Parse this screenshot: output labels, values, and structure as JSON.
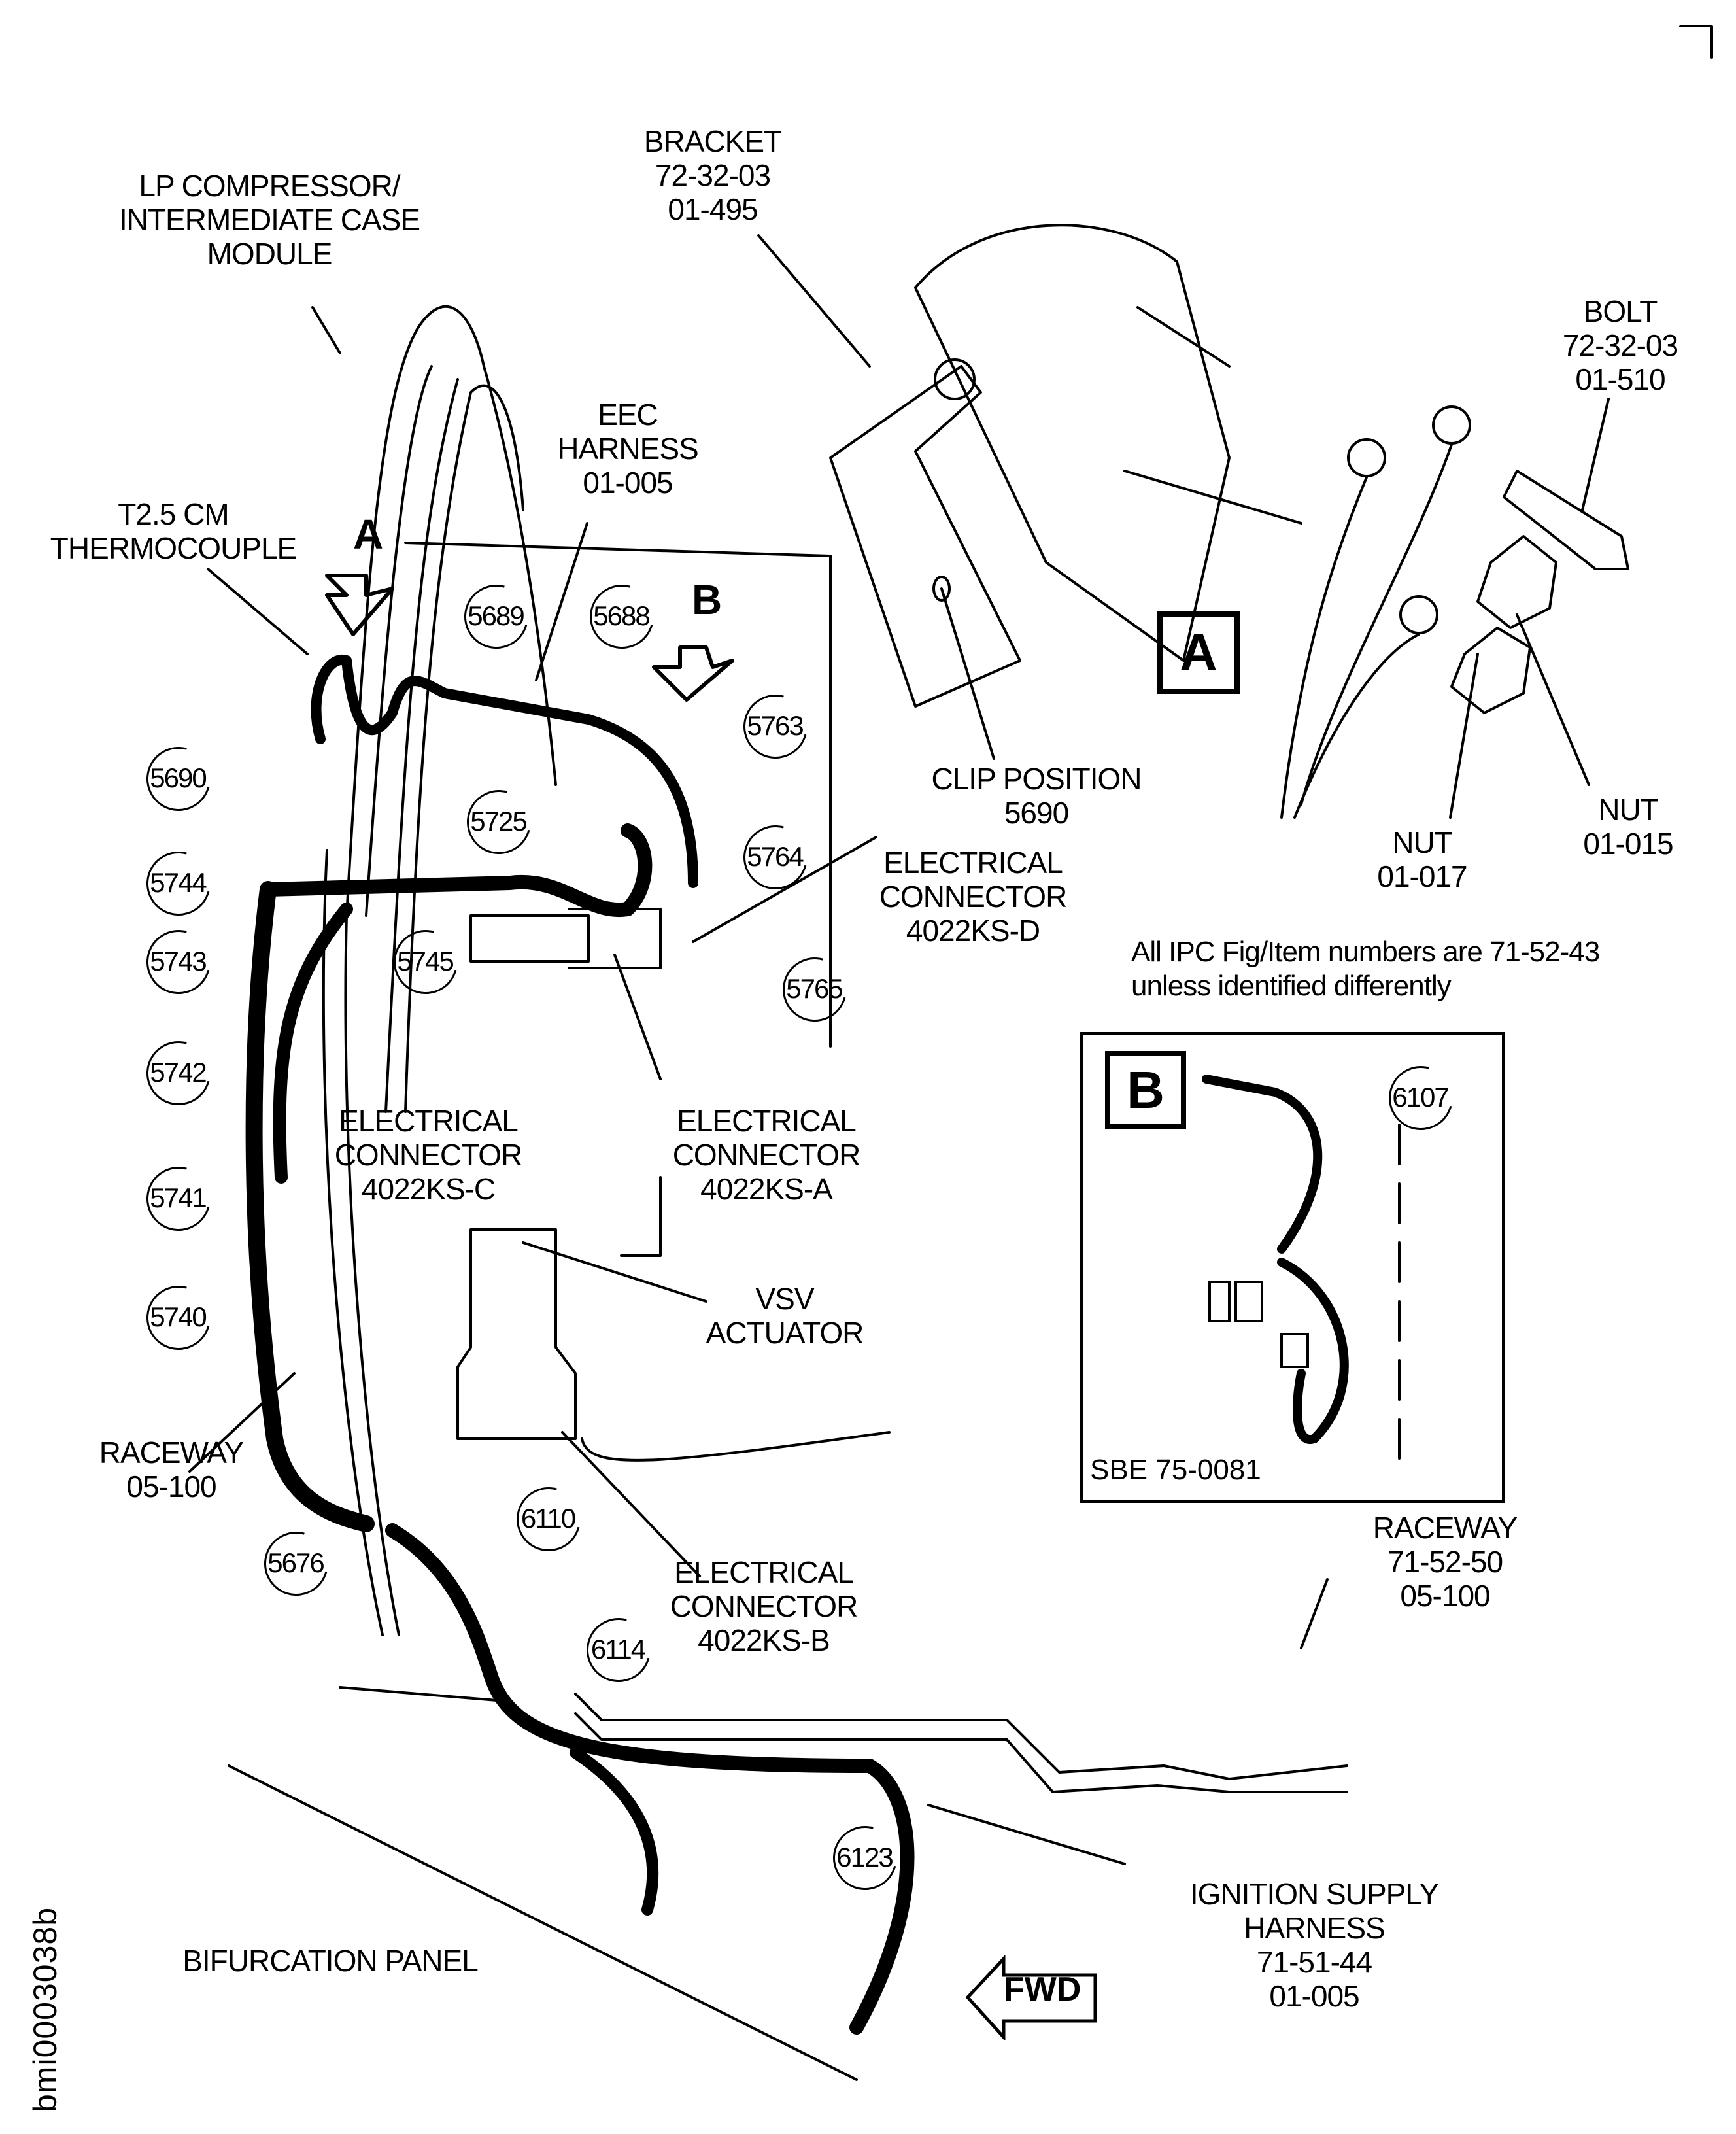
{
  "figure": {
    "id": "bmi0003038b",
    "note_lines": [
      "All IPC Fig/Item numbers are 71-52-43",
      "unless identified differently"
    ],
    "direction_arrow": "FWD",
    "view_letters": [
      "A",
      "B"
    ]
  },
  "labels": {
    "lp_compressor": [
      "LP COMPRESSOR/",
      "INTERMEDIATE CASE",
      "MODULE"
    ],
    "bracket": [
      "BRACKET",
      "72-32-03",
      "01-495"
    ],
    "bolt": [
      "BOLT",
      "72-32-03",
      "01-510"
    ],
    "eec_harness": [
      "EEC",
      "HARNESS",
      "01-005"
    ],
    "thermocouple": [
      "T2.5 CM",
      "THERMOCOUPLE"
    ],
    "clip_position": [
      "CLIP POSITION",
      "5690"
    ],
    "nut_017": [
      "NUT",
      "01-017"
    ],
    "nut_015": [
      "NUT",
      "01-015"
    ],
    "connector_d": [
      "ELECTRICAL",
      "CONNECTOR",
      "4022KS-D"
    ],
    "connector_c": [
      "ELECTRICAL",
      "CONNECTOR",
      "4022KS-C"
    ],
    "connector_a": [
      "ELECTRICAL",
      "CONNECTOR",
      "4022KS-A"
    ],
    "connector_b": [
      "ELECTRICAL",
      "CONNECTOR",
      "4022KS-B"
    ],
    "vsv_actuator": [
      "VSV",
      "ACTUATOR"
    ],
    "raceway_left": [
      "RACEWAY",
      "05-100"
    ],
    "raceway_right": [
      "RACEWAY",
      "71-52-50",
      "05-100"
    ],
    "ignition_harness": [
      "IGNITION SUPPLY",
      "HARNESS",
      "71-51-44",
      "01-005"
    ],
    "bifurcation_panel": "BIFURCATION PANEL"
  },
  "callouts": [
    "5689",
    "5688",
    "5690",
    "5763",
    "5725",
    "5764",
    "5744",
    "5743",
    "5745",
    "5765",
    "5742",
    "5741",
    "5740",
    "5676",
    "6110",
    "6114",
    "6123"
  ],
  "inset_b": {
    "title": "B",
    "callout": "6107",
    "sbe": "SBE 75-0081"
  },
  "detail_a": {
    "title": "A"
  }
}
